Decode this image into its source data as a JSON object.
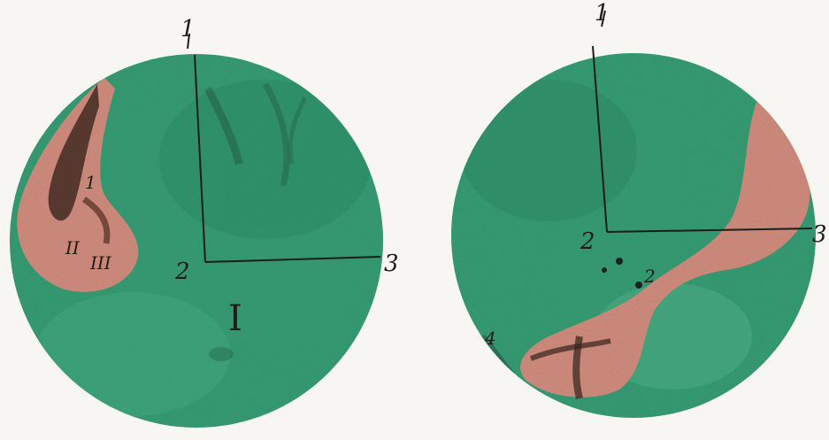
{
  "colors": {
    "background": "#f7f6f2",
    "field_green": "#3a9e76",
    "field_green_dark": "#2c7f5d",
    "tissue_pink": "#e08d7f",
    "tissue_dark": "#4a2620",
    "ink": "#1d1d1b"
  },
  "left_panel": {
    "axis_label_top": "1",
    "axis_label_corner": "2",
    "axis_label_right": "3",
    "marker_a": "1",
    "marker_b": "II",
    "marker_c": "III",
    "figure_numeral": "I"
  },
  "right_panel": {
    "axis_label_top": "1",
    "axis_label_corner": "2",
    "axis_label_right": "3",
    "marker_a": "2",
    "marker_b": "4"
  }
}
